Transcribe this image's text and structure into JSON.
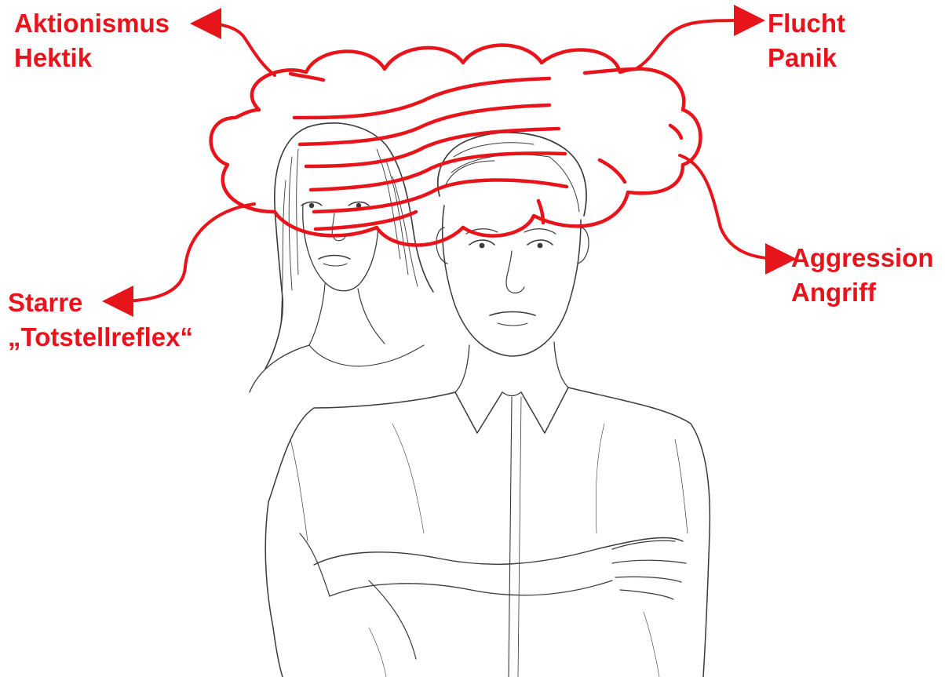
{
  "labels": {
    "top_left": {
      "line1": "Aktionismus",
      "line2": "Hektik"
    },
    "top_right": {
      "line1": "Flucht",
      "line2": "Panik"
    },
    "bottom_left": {
      "line1": "Starre",
      "line2": "„Totstellreflex“"
    },
    "bottom_right": {
      "line1": "Aggression",
      "line2": "Angriff"
    }
  },
  "colors": {
    "accent": "#e8141b",
    "ink": "#3a3a3a",
    "background": "#ffffff"
  },
  "illustration": {
    "subjects": [
      "woman",
      "man"
    ],
    "overlay": "red-thought-cloud-with-scribbles"
  }
}
